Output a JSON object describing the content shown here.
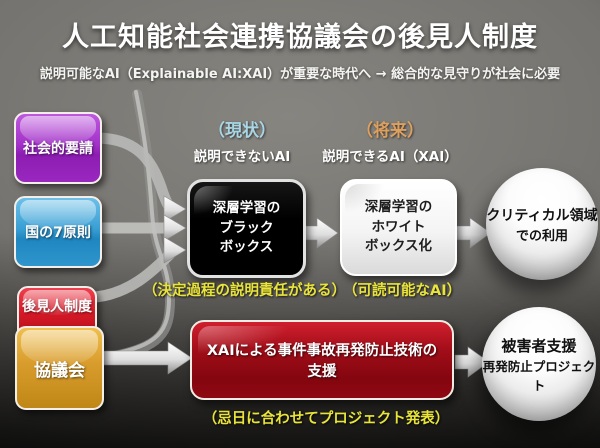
{
  "title": "人工知能社会連携協議会の後見人制度",
  "subtitle": "説明可能なAI（Explainable AI:XAI）が重要な時代へ → 総合的な見守りが社会に必要",
  "left_panel": {
    "social_demand": "社会的要請",
    "national_principles": "国の7原則",
    "guardian_system": "後見人制度",
    "council": "協議会"
  },
  "flow": {
    "current_label": "（現状）",
    "future_label": "（将来）",
    "current_caption": "説明できないAI",
    "future_caption": "説明できるAI（XAI）",
    "black_box": {
      "line1": "深層学習の",
      "line2": "ブラック",
      "line3": "ボックス",
      "note": "（決定過程の説明責任がある）"
    },
    "white_box": {
      "line1": "深層学習の",
      "line2": "ホワイト",
      "line3": "ボックス化",
      "note": "（可読可能なAI）"
    },
    "critical_sphere": {
      "line1": "クリティカル領域",
      "line2": "での利用"
    }
  },
  "bottom_flow": {
    "support_box": "XAIによる事件事故再発防止技術の支援",
    "note": "（忌日に合わせてプロジェクト発表）",
    "victim_sphere": {
      "line1": "被害者支援",
      "line2": "再発防止プロジェクト"
    }
  },
  "colors": {
    "current_label": "#a9d6e5",
    "future_label": "#dda05f",
    "note_yellow": "#e9e43a",
    "purple_box": "#a232c8",
    "blue_box": "#3a9fd4",
    "red_box": "#d41826",
    "gold_box": "#d89c2c",
    "dark_red_box": "#a00d18",
    "background": "#75736f"
  }
}
